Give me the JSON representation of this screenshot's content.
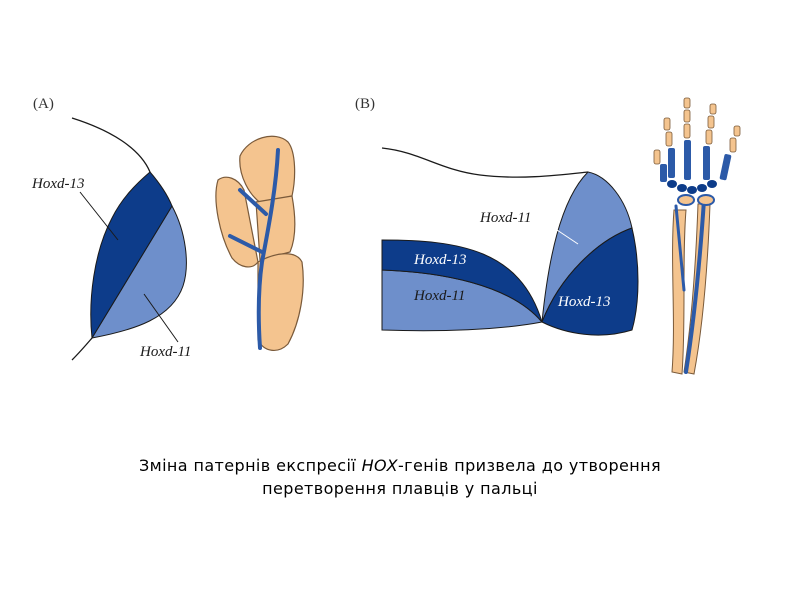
{
  "panel_a": {
    "label": "(A)",
    "label_hoxd13": "Hoxd-13",
    "label_hoxd11": "Hoxd-11"
  },
  "panel_b": {
    "label": "(B)",
    "label_hoxd11_top": "Hoxd-11",
    "label_hoxd13_left": "Hoxd-13",
    "label_hoxd11_left": "Hoxd-11",
    "label_hoxd13_right": "Hoxd-13"
  },
  "caption": {
    "line1_before": "Зміна патернів експресії ",
    "line1_italic": "HOX",
    "line1_after": "-генів призвела до утворення",
    "line2": "перетворення плавців у пальці"
  },
  "colors": {
    "hoxd13": "#0d3c8a",
    "hoxd11": "#6e8fcb",
    "bone": "#f4c48f",
    "bone_outline": "#7a5a3a",
    "outline": "#1a1a1a",
    "label_light": "#ffffff",
    "label_dark": "#1a1a1a"
  }
}
